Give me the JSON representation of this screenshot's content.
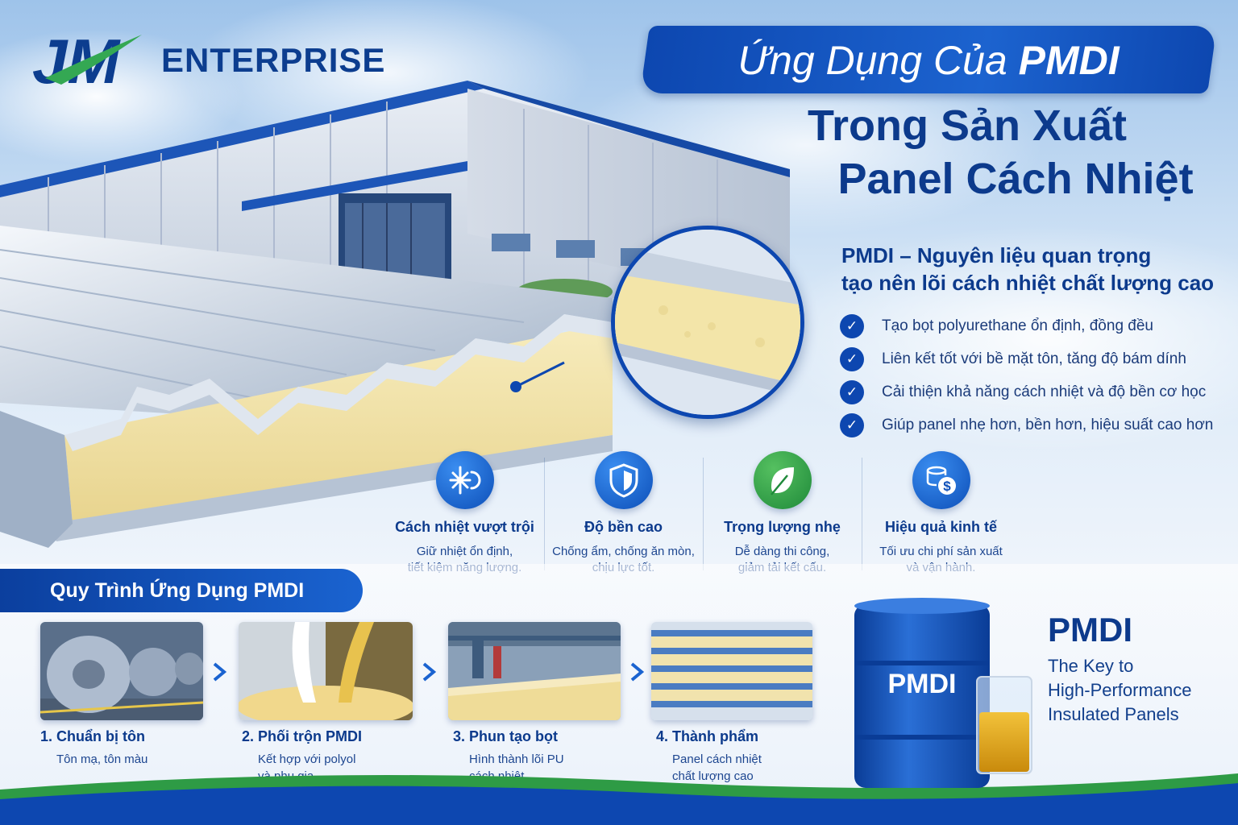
{
  "brand": {
    "logo_letters": "JM",
    "name": "ENTERPRISE"
  },
  "title": {
    "line1_prefix": "Ứng Dụng Của",
    "line1_strong": "PMDI",
    "line2": "Trong Sản Xuất",
    "line3": "Panel Cách Nhiệt"
  },
  "intro": {
    "heading_line1": "PMDI – Nguyên liệu quan trọng",
    "heading_line2": "tạo nên lõi cách nhiệt chất lượng cao",
    "bullets": [
      "Tạo bọt polyurethane ổn định, đồng đều",
      "Liên kết tốt với bề mặt tôn, tăng độ bám dính",
      "Cải thiện khả năng cách nhiệt và độ bền cơ học",
      "Giúp panel nhẹ hơn, bền hơn, hiệu suất cao hơn"
    ]
  },
  "features": [
    {
      "icon": "snowflake-sun-icon",
      "title": "Cách nhiệt vượt trội",
      "desc1": "Giữ nhiệt ổn định,",
      "desc2": "tiết kiệm năng lượng."
    },
    {
      "icon": "shield-icon",
      "title": "Độ bền cao",
      "desc1": "Chống ẩm, chống ăn mòn,",
      "desc2": "chịu lực tốt."
    },
    {
      "icon": "leaf-icon",
      "title": "Trọng lượng nhẹ",
      "desc1": "Dễ dàng thi công,",
      "desc2": "giảm tải kết cấu."
    },
    {
      "icon": "coins-dollar-icon",
      "title": "Hiệu quả kinh tế",
      "desc1": "Tối ưu chi phí sản xuất",
      "desc2": "và vận hành."
    }
  ],
  "process": {
    "heading": "Quy Trình Ứng Dụng PMDI",
    "steps": [
      {
        "title": "1. Chuẩn bị tôn",
        "desc1": "Tôn mạ, tôn màu",
        "desc2": ""
      },
      {
        "title": "2. Phối trộn PMDI",
        "desc1": "Kết hợp với polyol",
        "desc2": "và phụ gia"
      },
      {
        "title": "3. Phun tạo bọt",
        "desc1": "Hình thành lõi PU",
        "desc2": "cách nhiệt"
      },
      {
        "title": "4. Thành phẩm",
        "desc1": "Panel cách nhiệt",
        "desc2": "chất lượng cao"
      }
    ]
  },
  "product": {
    "barrel_label": "PMDI",
    "name": "PMDI",
    "tagline1": "The Key to",
    "tagline2": "High-Performance",
    "tagline3": "Insulated Panels"
  },
  "colors": {
    "primary": "#0d47b0",
    "navy": "#0c3a8c",
    "green": "#2e9b45",
    "foam": "#f2e3a6"
  }
}
